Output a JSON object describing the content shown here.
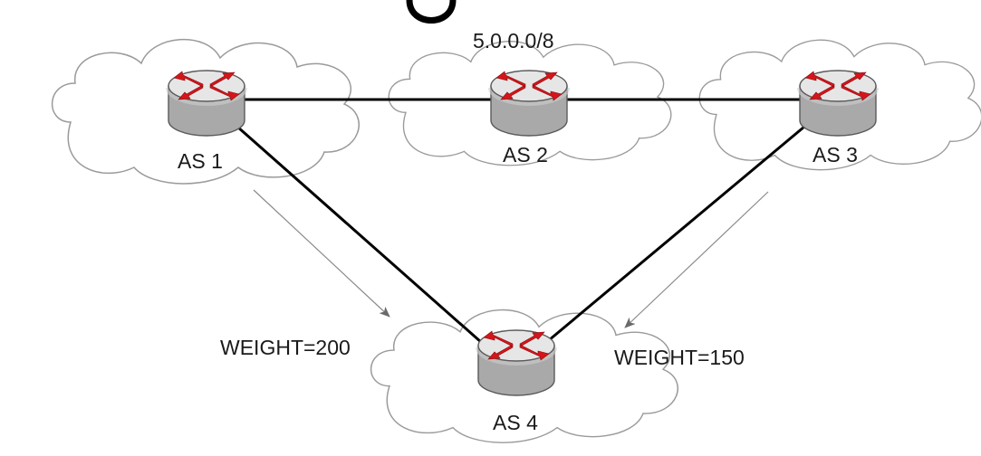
{
  "nodes": {
    "as1": {
      "label": "AS 1"
    },
    "as2": {
      "label": "AS 2",
      "prefix": "5.0.0.0/8"
    },
    "as3": {
      "label": "AS 3"
    },
    "as4": {
      "label": "AS 4"
    }
  },
  "annotations": {
    "weight_left": "WEIGHT=200",
    "weight_right": "WEIGHT=150"
  },
  "icons": {
    "cloud": "cloud-icon",
    "router": "router-icon"
  },
  "colors": {
    "cloud_stroke": "#9a9a9a",
    "link": "#000000",
    "arrow": "#8a8a8a",
    "router_body": "#a8a8a8",
    "router_top": "#e6e6e6",
    "router_arrow": "#d4161b"
  }
}
